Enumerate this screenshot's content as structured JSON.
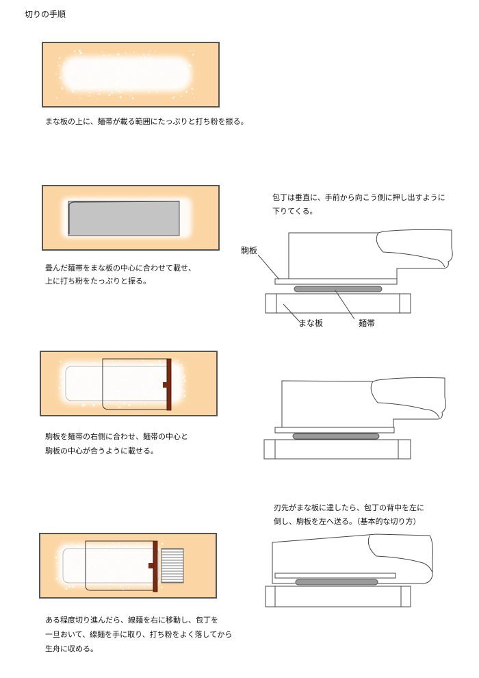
{
  "title": "切りの手順",
  "steps": {
    "s1": "まな板の上に、麺帯が載る範囲にたっぷりと打ち粉を振る。",
    "s2_l1": "畳んだ麺帯をまな板の中心に合わせて載せ、",
    "s2_l2": "上に打ち粉をたっぷりと振る。",
    "s3_l1": "駒板を麺帯の右側に合わせ、麺帯の中心と",
    "s3_l2": "駒板の中心が合うように載せる。",
    "s4_l1": "ある程度切り進んだら、線麺を右に移動し、包丁を",
    "s4_l2": "一旦おいて、線麺を手に取り、打ち粉をよく落してから",
    "s4_l3": "生舟に収める。"
  },
  "side": {
    "n1_l1": "包丁は垂直に、手前から向こう側に押し出すように",
    "n1_l2": "下りてくる。",
    "n2_l1": "刃先がまな板に達したら、包丁の背中を左に",
    "n2_l2": "倒し、駒板を左へ送る。（基本的な切り方）"
  },
  "labels": {
    "komaita": "駒板",
    "manaita": "まな板",
    "mentai": "麺帯"
  },
  "colors": {
    "board": "#fbd6a4",
    "dough": "#c4c4c4",
    "komaita_wood": "#7b2a12"
  }
}
